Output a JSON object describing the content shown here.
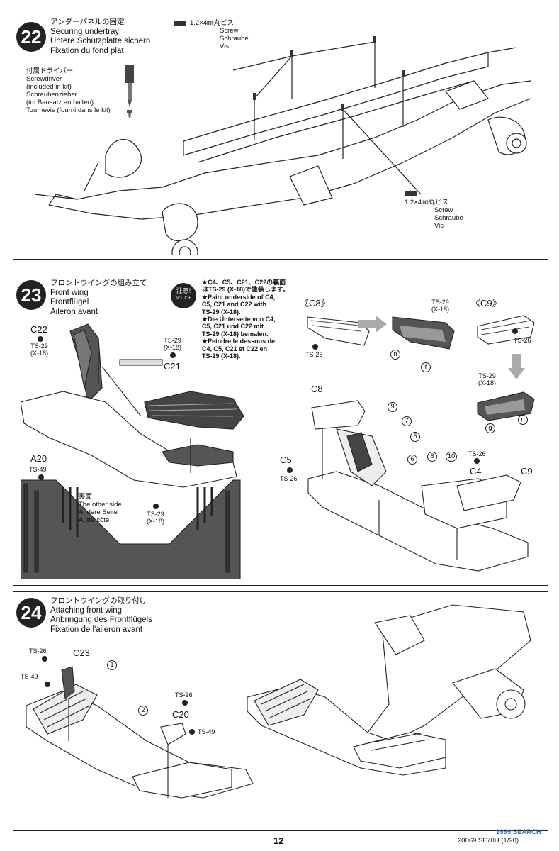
{
  "step22": {
    "number": "22",
    "jp": "アンダーパネルの固定",
    "en": "Securing undertray",
    "de": "Untere Schutzplatte sichern",
    "fr": "Fixation du fond plat",
    "screw_top": "1.2×4㎜丸ビス",
    "screw_en": "Screw",
    "screw_de": "Schraube",
    "screw_fr": "Vis",
    "driver_jp": "付属ドライバー",
    "driver_en": "Screwdriver",
    "driver_en2": "(included in kit)",
    "driver_de": "Schraubenzieher",
    "driver_de2": "(im Bausatz enthalten)",
    "driver_fr": "Tournevis (fourni dans le kit)",
    "screw_bottom": "1.2×4㎜丸ビス",
    "screw_en_b": "Screw",
    "screw_de_b": "Schraube",
    "screw_fr_b": "Vis"
  },
  "step23": {
    "number": "23",
    "jp": "フロントウイングの組み立て",
    "en": "Front wing",
    "de": "Frontflügel",
    "fr": "Aileron avant",
    "notice_jp": "注意!",
    "notice_en": "NOTICE",
    "note1": "★C4、C5、C21、C22の裏面",
    "note2": "はTS-29 (X-18)で塗装します。",
    "note3": "★Paint underside of C4,",
    "note4": "C5, C21 and C22 with",
    "note5": "TS-29 (X-18).",
    "note6": "★Die Unterseite von C4,",
    "note7": "C5, C21 und C22 mit",
    "note8": "TS-29 (X-18) bemalen.",
    "note9": "★Peindre le dessous de",
    "note10": "C4, C5, C21 et C22 en",
    "note11": "TS-29 (X-18).",
    "c22": "C22",
    "c22_paint1": "TS-29",
    "c22_paint2": "(X-18)",
    "c21": "C21",
    "c21_paint1": "TS-29",
    "c21_paint2": "(X-18)",
    "a20": "A20",
    "a20_paint": "TS-49",
    "other_jp": "裏面",
    "other_en": "The other side",
    "other_de": "Andere Seite",
    "other_fr": "Autre côté",
    "under_paint1": "TS-29",
    "under_paint2": "(X-18)",
    "c8_tag": "《C8》",
    "c8_ts26": "TS-26",
    "c8_ts29a": "TS-29",
    "c8_ts29b": "(X-18)",
    "mark_n": "n",
    "mark_f": "f",
    "c9_tag": "《C9》",
    "c9_ts26": "TS-26",
    "c9_ts29a": "TS-29",
    "c9_ts29b": "(X-18)",
    "mark_g": "g",
    "mark_n2": "n",
    "c8": "C8",
    "c5": "C5",
    "c5_paint": "TS-26",
    "c4": "C4",
    "c4_paint": "TS-26",
    "c9": "C9",
    "num9": "9",
    "num7": "7",
    "num5": "5",
    "num6": "6",
    "num8": "8",
    "num10": "10"
  },
  "step24": {
    "number": "24",
    "jp": "フロントウイングの取り付け",
    "en": "Attaching front wing",
    "de": "Anbringung des Frontflügels",
    "fr": "Fixation de l'aileron avant",
    "ts26a": "TS-26",
    "c23": "C23",
    "ts49a": "TS-49",
    "num1": "1",
    "ts26b": "TS-26",
    "num2": "2",
    "c20": "C20",
    "ts49b": "TS-49"
  },
  "footer": {
    "page": "12",
    "code": "20069 SF70H (1/20)",
    "watermark": "1999.SEARCH"
  }
}
